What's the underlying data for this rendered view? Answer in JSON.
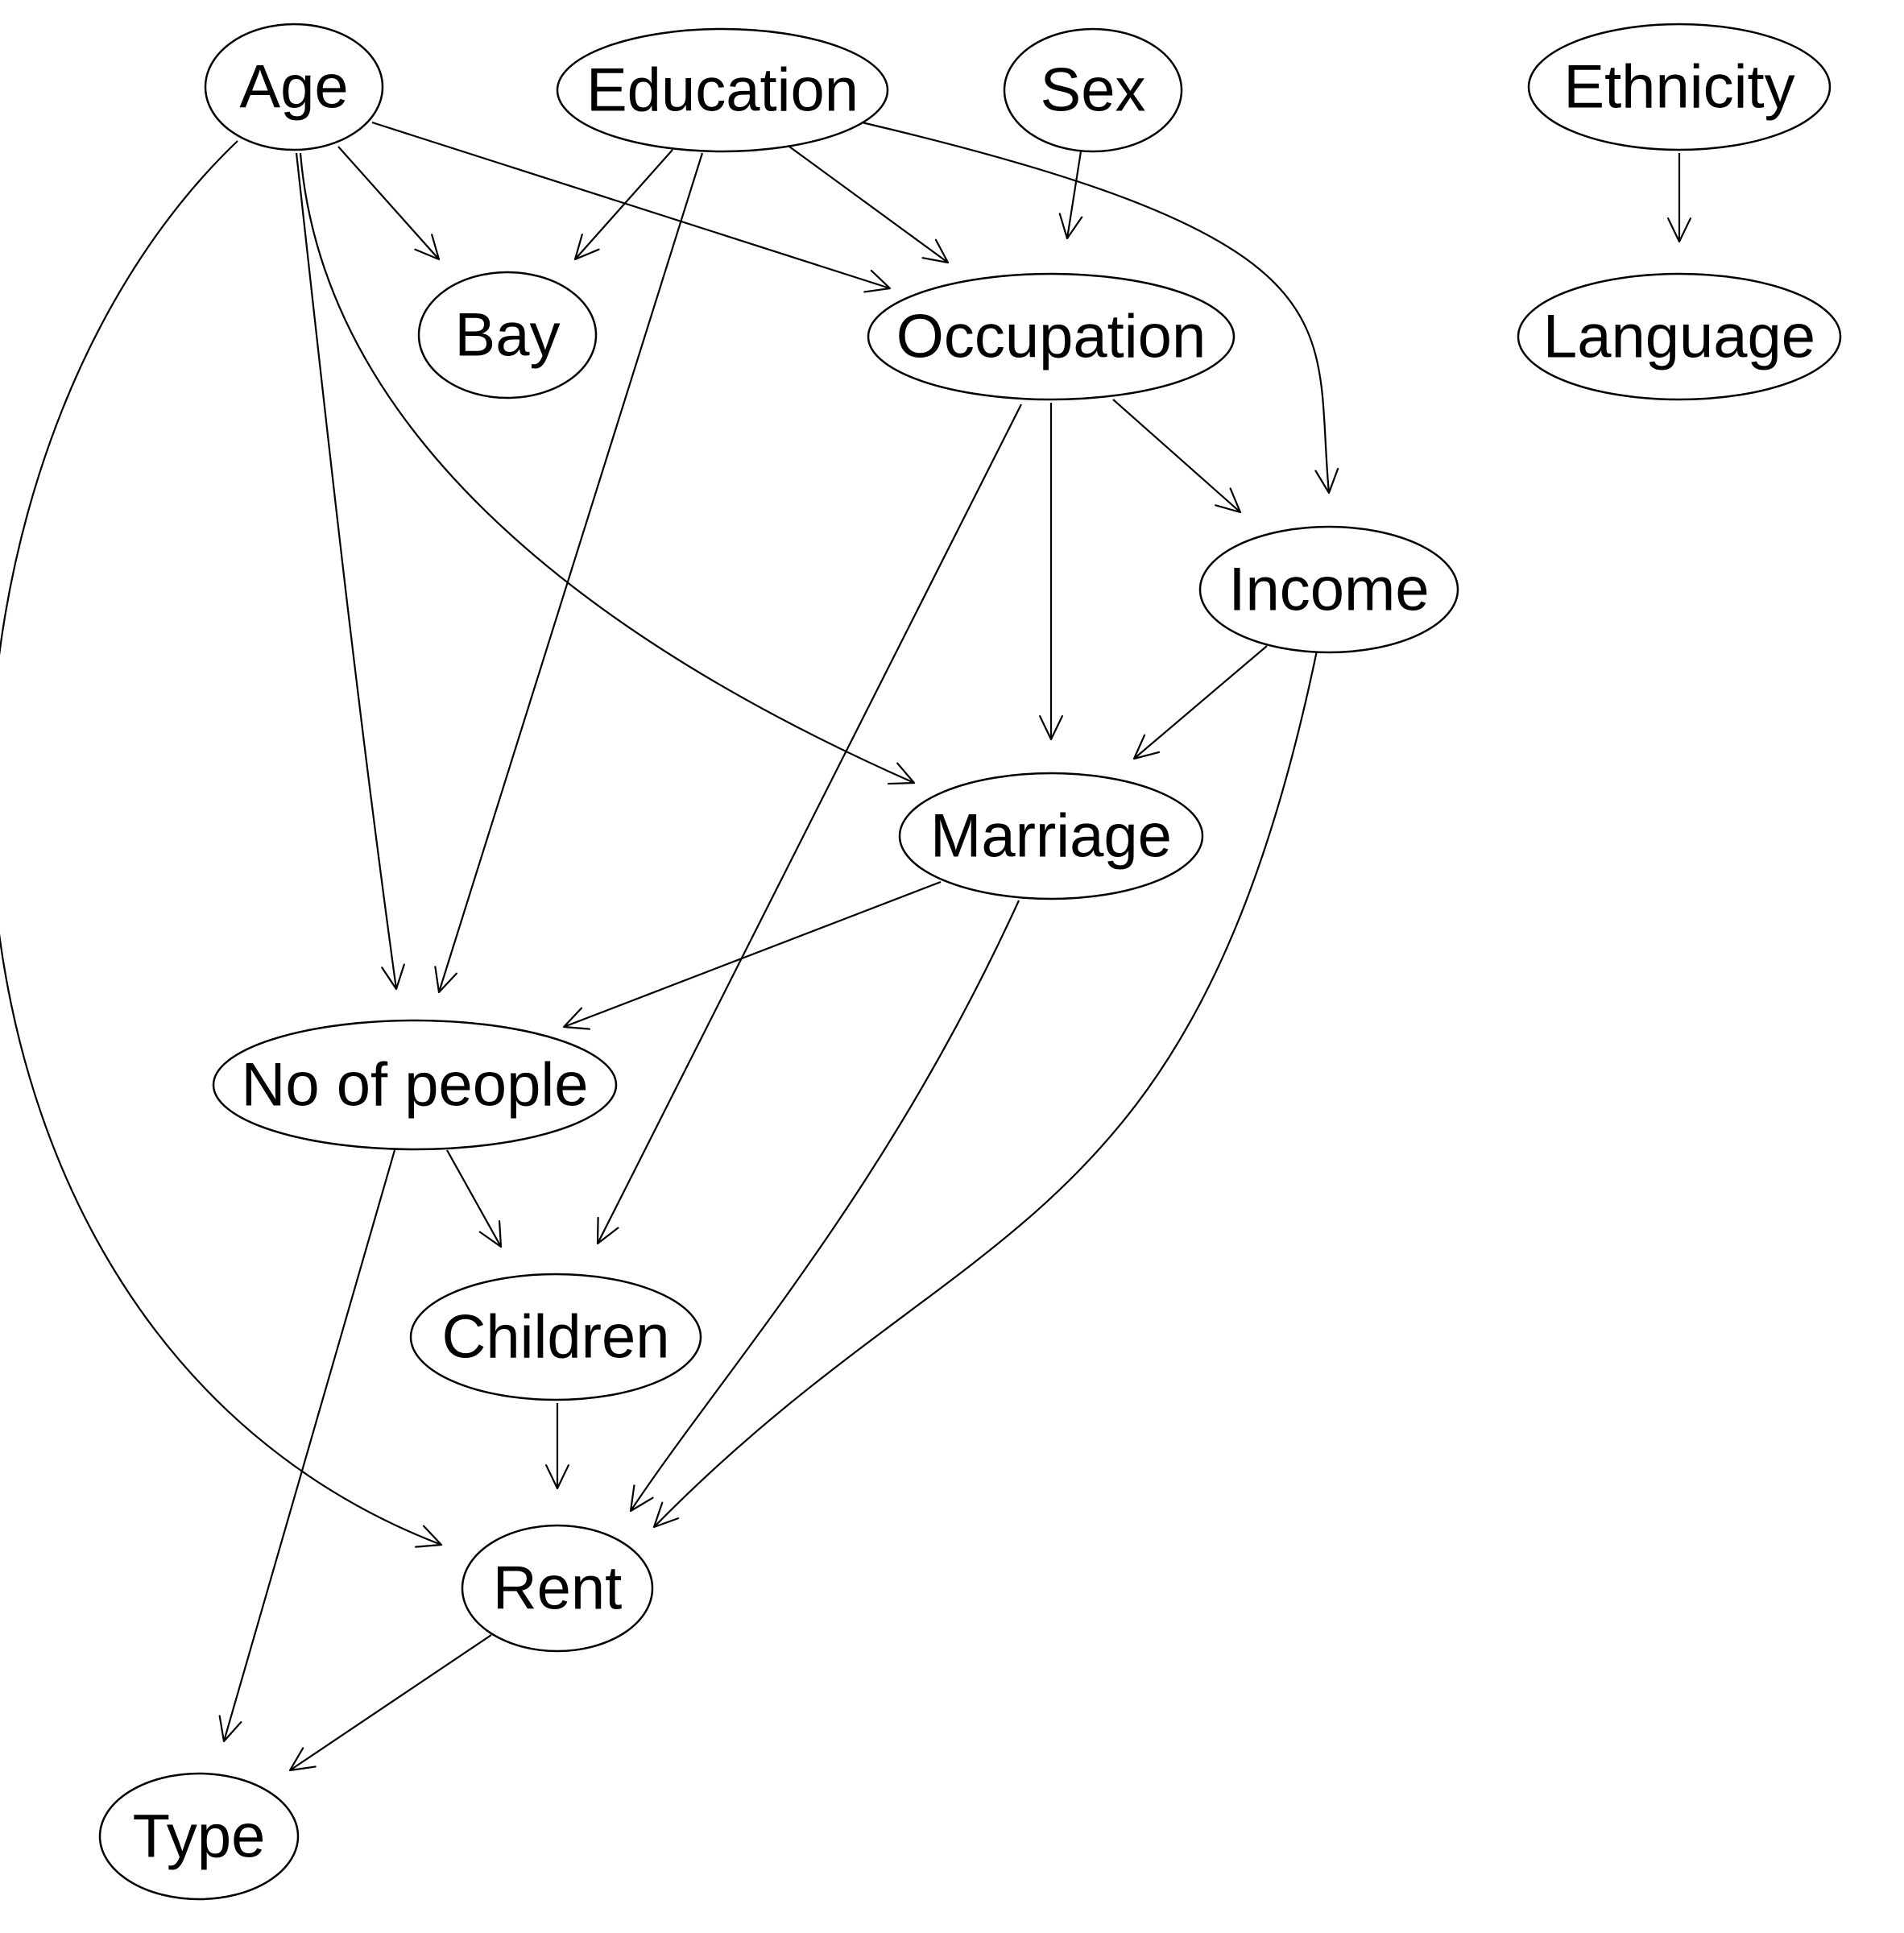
{
  "nodes": [
    {
      "id": "age",
      "label": "Age"
    },
    {
      "id": "education",
      "label": "Education"
    },
    {
      "id": "sex",
      "label": "Sex"
    },
    {
      "id": "ethnicity",
      "label": "Ethnicity"
    },
    {
      "id": "bay",
      "label": "Bay"
    },
    {
      "id": "occupation",
      "label": "Occupation"
    },
    {
      "id": "language",
      "label": "Language"
    },
    {
      "id": "income",
      "label": "Income"
    },
    {
      "id": "marriage",
      "label": "Marriage"
    },
    {
      "id": "no-of-people",
      "label": "No of people"
    },
    {
      "id": "children",
      "label": "Children"
    },
    {
      "id": "rent",
      "label": "Rent"
    },
    {
      "id": "type",
      "label": "Type"
    }
  ],
  "edges": [
    {
      "from": "age",
      "to": "bay"
    },
    {
      "from": "age",
      "to": "occupation"
    },
    {
      "from": "age",
      "to": "no-of-people"
    },
    {
      "from": "age",
      "to": "marriage"
    },
    {
      "from": "age",
      "to": "rent"
    },
    {
      "from": "education",
      "to": "bay"
    },
    {
      "from": "education",
      "to": "occupation"
    },
    {
      "from": "education",
      "to": "no-of-people"
    },
    {
      "from": "education",
      "to": "income"
    },
    {
      "from": "sex",
      "to": "occupation"
    },
    {
      "from": "ethnicity",
      "to": "language"
    },
    {
      "from": "occupation",
      "to": "income"
    },
    {
      "from": "occupation",
      "to": "marriage"
    },
    {
      "from": "occupation",
      "to": "children"
    },
    {
      "from": "income",
      "to": "marriage"
    },
    {
      "from": "income",
      "to": "rent"
    },
    {
      "from": "marriage",
      "to": "no-of-people"
    },
    {
      "from": "marriage",
      "to": "rent"
    },
    {
      "from": "no-of-people",
      "to": "children"
    },
    {
      "from": "no-of-people",
      "to": "type"
    },
    {
      "from": "children",
      "to": "rent"
    },
    {
      "from": "rent",
      "to": "type"
    }
  ]
}
